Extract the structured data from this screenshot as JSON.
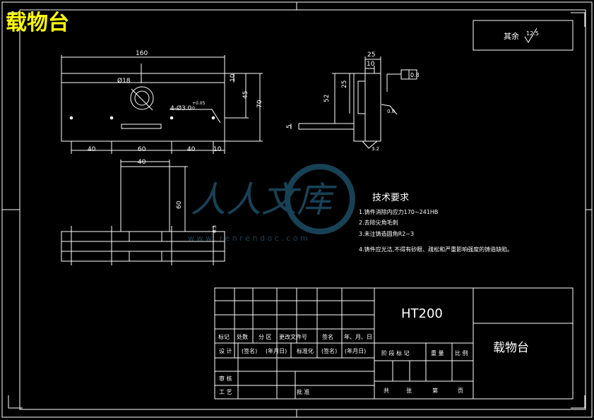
{
  "header_title": "载物台",
  "roughness": {
    "label": "其余",
    "value": "12.5"
  },
  "dims_front": [
    "160",
    "10",
    "45",
    "70",
    "Ø18",
    "4-Ø3.0",
    "+0.05",
    "0",
    "40",
    "60",
    "40",
    "10"
  ],
  "dims_side": [
    "25",
    "10",
    "25",
    "52",
    "5",
    "0.8",
    "0.8",
    "3.2"
  ],
  "dims_bottom": [
    "40",
    "60",
    "6.3"
  ],
  "watermark": {
    "brand": "人人文库",
    "url": "w w w . r e n r e n d o c . c o m"
  },
  "tech_req": {
    "title": "技术要求",
    "items": [
      "1.铸件消除内应力170~241HB",
      "2.去除尖角毛刺",
      "3.未注铸造圆角R2~3",
      "4.铸件应光洁,不得有砂眼、疏松和严重影响强度的铸造缺陷。"
    ]
  },
  "title_block": {
    "material": "HT200",
    "part_name": "载物台",
    "rev_headers": [
      "标记",
      "处数",
      "分 区",
      "更改文件号",
      "签名",
      "年、月、日"
    ],
    "design_row": [
      "设 计",
      "(签名)",
      "(年月日)",
      "标准化",
      "(签名)",
      "(年月日)"
    ],
    "stage_headers": [
      "阶 段 标 记",
      "重 量",
      "比 例"
    ],
    "review": "审 核",
    "process": "工 艺",
    "approve": "批 准",
    "sheets": [
      "共",
      "张",
      "第",
      "页"
    ]
  }
}
